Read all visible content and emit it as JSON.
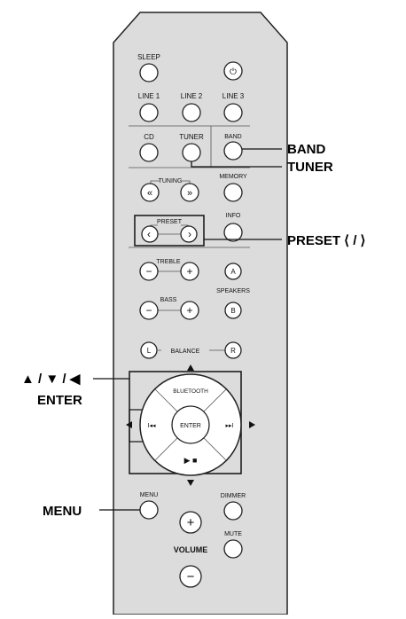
{
  "remote": {
    "sleep": "SLEEP",
    "power_symbol": "⏻",
    "line1": "LINE 1",
    "line2": "LINE 2",
    "line3": "LINE 3",
    "cd": "CD",
    "tuner": "TUNER",
    "band": "BAND",
    "tuning": "TUNING",
    "memory": "MEMORY",
    "preset": "PRESET",
    "info": "INFO",
    "treble": "TREBLE",
    "bass": "BASS",
    "speakers": "SPEAKERS",
    "speaker_a": "A",
    "speaker_b": "B",
    "balance": "BALANCE",
    "balance_l": "L",
    "balance_r": "R",
    "bluetooth": "BLUETOOTH",
    "enter": "ENTER",
    "menu": "MENU",
    "dimmer": "DIMMER",
    "mute": "MUTE",
    "volume": "VOLUME"
  },
  "callouts": {
    "band": "BAND",
    "tuner": "TUNER",
    "preset": "PRESET ⟨ / ⟩",
    "arrows": "▲ / ▼ / ◀",
    "enter": "ENTER",
    "menu": "MENU"
  }
}
